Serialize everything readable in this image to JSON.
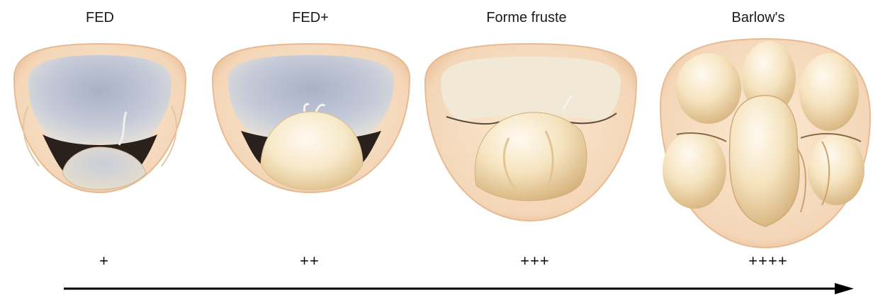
{
  "stages": [
    {
      "label": "FED",
      "grade": "+"
    },
    {
      "label": "FED+",
      "grade": "++"
    },
    {
      "label": "Forme fruste",
      "grade": "+++"
    },
    {
      "label": "Barlow's",
      "grade": "++++"
    }
  ],
  "colors": {
    "rim": "#efc9a6",
    "leaflet_light": "#fbf1d8",
    "leaflet_shadow": "#e2c795",
    "blue_tint": "#aab3c9",
    "gap": "#2a1f1a",
    "arrow": "#000000"
  }
}
